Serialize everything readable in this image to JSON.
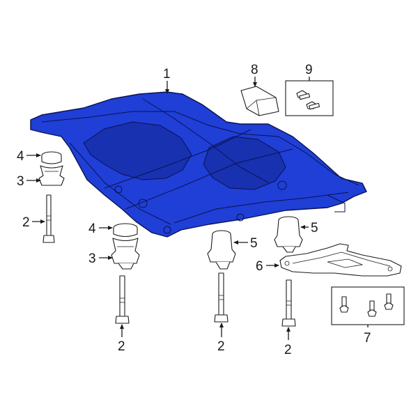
{
  "callouts": {
    "c1": "1",
    "c2a": "2",
    "c2b": "2",
    "c2c": "2",
    "c2d": "2",
    "c3a": "3",
    "c3b": "3",
    "c4a": "4",
    "c4b": "4",
    "c5a": "5",
    "c5b": "5",
    "c6": "6",
    "c7": "7",
    "c8": "8",
    "c9": "9"
  },
  "colors": {
    "crossmember": "#1f3fd6",
    "outline": "#1a1a1a"
  }
}
